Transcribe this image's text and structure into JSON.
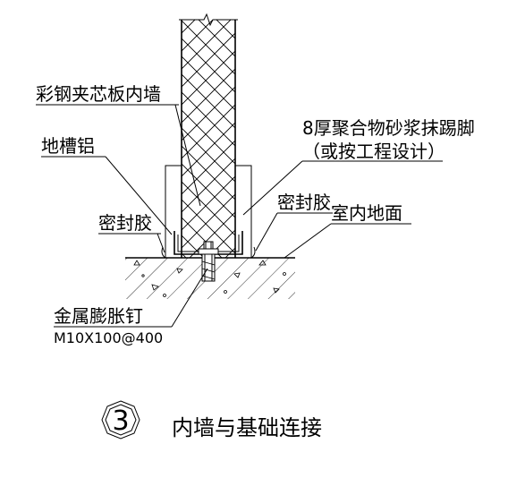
{
  "labels": {
    "panel": "彩钢夹芯板内墙",
    "aluminum_channel": "地槽铝",
    "sealant_left": "密封胶",
    "sealant_right": "密封胶",
    "skirting_line1": "8厚聚合物砂浆抹踢脚",
    "skirting_line2": "（或按工程设计）",
    "floor": "室内地面",
    "anchor_line1": "金属膨胀钉",
    "anchor_line2": "M10X100@400"
  },
  "caption": {
    "number": "3",
    "title": "内墙与基础连接"
  }
}
